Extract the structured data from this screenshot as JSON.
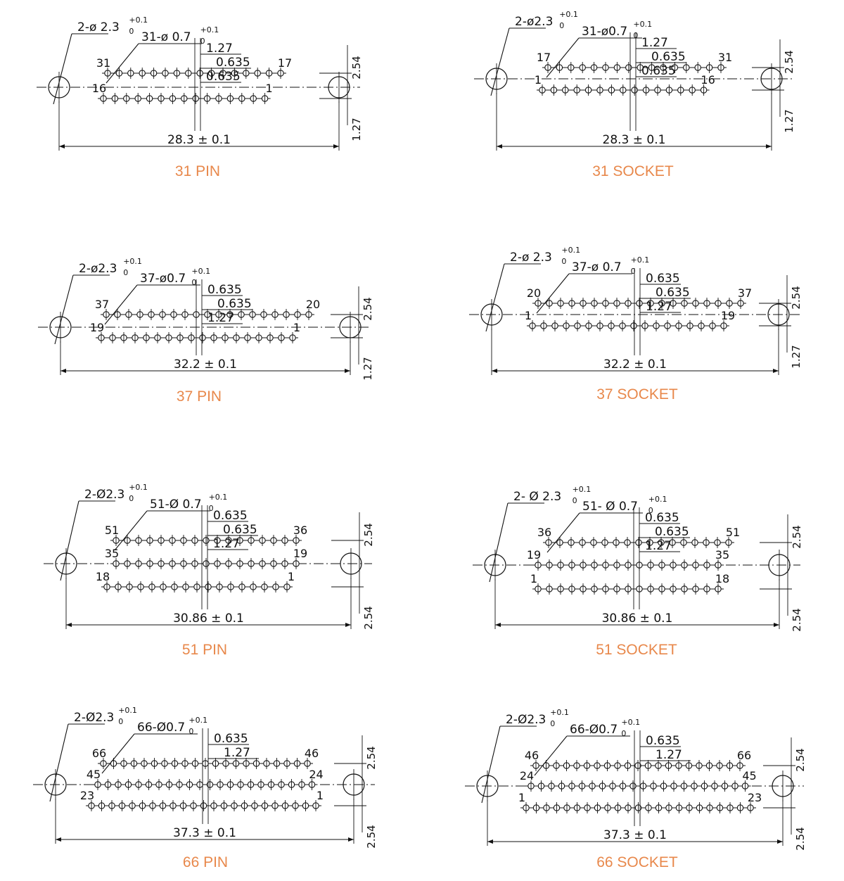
{
  "colors": {
    "ink": "#111111",
    "caption": "#e8884b",
    "background": "#ffffff"
  },
  "drawings": [
    {
      "caption": "31 PIN",
      "mount_hole_label": "2-ø 2.3",
      "contact_hole_label": "31-ø 0.7",
      "tolerance_upper": "+0.1",
      "tolerance_lower": "0",
      "rows": [
        {
          "count": 16,
          "first": "31",
          "last": "17"
        },
        {
          "count": 15,
          "first": "16",
          "last": "1"
        }
      ],
      "pitch_labels": [
        "1.27",
        "0.635",
        "0.635"
      ],
      "row_spacing_labels": [
        "2.54",
        "1.27"
      ],
      "overall_width": "28.3 ± 0.1"
    },
    {
      "caption": "31 SOCKET",
      "mount_hole_label": "2-ø2.3",
      "contact_hole_label": "31-ø0.7",
      "tolerance_upper": "+0.1",
      "tolerance_lower": "0",
      "rows": [
        {
          "count": 16,
          "first": "17",
          "last": "31"
        },
        {
          "count": 15,
          "first": "1",
          "last": "16"
        }
      ],
      "pitch_labels": [
        "1.27",
        "0.635",
        "0.635"
      ],
      "row_spacing_labels": [
        "2.54",
        "1.27"
      ],
      "overall_width": "28.3 ± 0.1"
    },
    {
      "caption": "37 PIN",
      "mount_hole_label": "2-ø2.3",
      "contact_hole_label": "37-ø0.7",
      "tolerance_upper": "+0.1",
      "tolerance_lower": "0",
      "rows": [
        {
          "count": 19,
          "first": "37",
          "last": "20"
        },
        {
          "count": 18,
          "first": "19",
          "last": "1"
        }
      ],
      "pitch_labels": [
        "0.635",
        "0.635",
        "1.27"
      ],
      "row_spacing_labels": [
        "2.54",
        "1.27"
      ],
      "overall_width": "32.2 ± 0.1"
    },
    {
      "caption": "37 SOCKET",
      "mount_hole_label": "2-ø 2.3",
      "contact_hole_label": "37-ø 0.7",
      "tolerance_upper": "+0.1",
      "tolerance_lower": "0",
      "rows": [
        {
          "count": 19,
          "first": "20",
          "last": "37"
        },
        {
          "count": 18,
          "first": "1",
          "last": "19"
        }
      ],
      "pitch_labels": [
        "0.635",
        "0.635",
        "1.27"
      ],
      "row_spacing_labels": [
        "2.54",
        "1.27"
      ],
      "overall_width": "32.2 ± 0.1"
    },
    {
      "caption": "51 PIN",
      "mount_hole_label": "2-Ø2.3",
      "contact_hole_label": "51-Ø 0.7",
      "tolerance_upper": "+0.1",
      "tolerance_lower": "0",
      "rows": [
        {
          "count": 17,
          "first": "51",
          "last": "36"
        },
        {
          "count": 17,
          "first": "35",
          "last": "19"
        },
        {
          "count": 17,
          "first": "18",
          "last": "1"
        }
      ],
      "pitch_labels": [
        "0.635",
        "0.635",
        "1.27"
      ],
      "row_spacing_labels": [
        "2.54",
        "2.54"
      ],
      "overall_width": "30.86 ± 0.1"
    },
    {
      "caption": "51 SOCKET",
      "mount_hole_label": "2- Ø 2.3",
      "contact_hole_label": "51- Ø 0.7",
      "tolerance_upper": "+0.1",
      "tolerance_lower": "0",
      "rows": [
        {
          "count": 17,
          "first": "36",
          "last": "51"
        },
        {
          "count": 17,
          "first": "19",
          "last": "35"
        },
        {
          "count": 17,
          "first": "1",
          "last": "18"
        }
      ],
      "pitch_labels": [
        "0.635",
        "0.635",
        "1.27"
      ],
      "row_spacing_labels": [
        "2.54",
        "2.54"
      ],
      "overall_width": "30.86 ± 0.1"
    },
    {
      "caption": "66 PIN",
      "mount_hole_label": "2-Ø2.3",
      "contact_hole_label": "66-Ø0.7",
      "tolerance_upper": "+0.1",
      "tolerance_lower": "0",
      "rows": [
        {
          "count": 21,
          "first": "66",
          "last": "46"
        },
        {
          "count": 22,
          "first": "45",
          "last": "24"
        },
        {
          "count": 23,
          "first": "23",
          "last": "1"
        }
      ],
      "pitch_labels": [
        "0.635",
        "1.27"
      ],
      "row_spacing_labels": [
        "2.54",
        "2.54"
      ],
      "overall_width": "37.3 ± 0.1"
    },
    {
      "caption": "66 SOCKET",
      "mount_hole_label": "2-Ø2.3",
      "contact_hole_label": "66-Ø0.7",
      "tolerance_upper": "+0.1",
      "tolerance_lower": "0",
      "rows": [
        {
          "count": 21,
          "first": "46",
          "last": "66"
        },
        {
          "count": 22,
          "first": "24",
          "last": "45"
        },
        {
          "count": 23,
          "first": "1",
          "last": "23"
        }
      ],
      "pitch_labels": [
        "0.635",
        "1.27"
      ],
      "row_spacing_labels": [
        "2.54",
        "2.54"
      ],
      "overall_width": "37.3 ± 0.1"
    }
  ]
}
